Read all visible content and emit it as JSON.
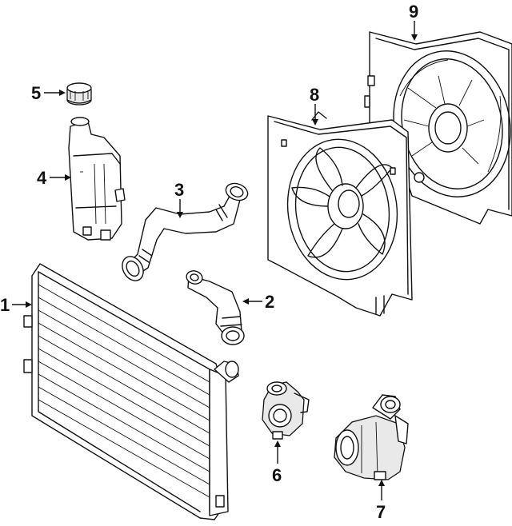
{
  "diagram": {
    "callouts": [
      {
        "id": "1",
        "text": "1",
        "part": "radiator"
      },
      {
        "id": "2",
        "text": "2",
        "part": "lower-hose"
      },
      {
        "id": "3",
        "text": "3",
        "part": "upper-hose"
      },
      {
        "id": "4",
        "text": "4",
        "part": "expansion-tank"
      },
      {
        "id": "5",
        "text": "5",
        "part": "tank-cap"
      },
      {
        "id": "6",
        "text": "6",
        "part": "thermostat"
      },
      {
        "id": "7",
        "text": "7",
        "part": "water-pump"
      },
      {
        "id": "8",
        "text": "8",
        "part": "front-fan-assembly"
      },
      {
        "id": "9",
        "text": "9",
        "part": "rear-fan-shroud"
      }
    ]
  }
}
